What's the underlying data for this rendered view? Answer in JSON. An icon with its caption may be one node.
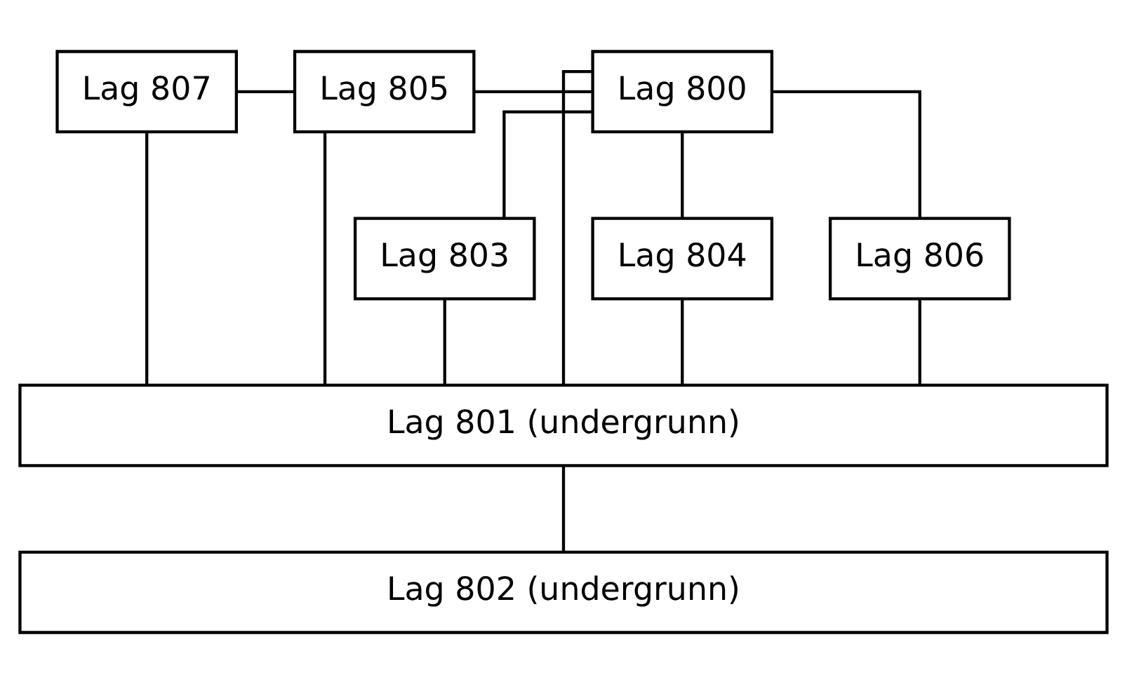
{
  "diagram": {
    "nodes": [
      {
        "text": [
          "Lag 807"
        ]
      },
      {
        "text": [
          "Lag 805"
        ]
      },
      {
        "text": [
          "Lag 800"
        ]
      },
      {
        "text": [
          "Lag 803"
        ]
      },
      {
        "text": [
          "Lag 804"
        ]
      },
      {
        "text": [
          "Lag 806"
        ]
      },
      {
        "text": [
          "Lag 801 (undergrunn)"
        ]
      },
      {
        "text": [
          "Lag 802 (undergrunn)"
        ]
      }
    ],
    "edges": [
      {
        "from": 0,
        "to": 1,
        "arrow": "none"
      },
      {
        "from": 1,
        "to": 2,
        "arrow": "none"
      },
      {
        "from": 0,
        "to": 6,
        "arrow": "none"
      },
      {
        "from": 1,
        "to": 6,
        "arrow": "none"
      },
      {
        "from": 2,
        "to": 6,
        "arrow": "none"
      },
      {
        "from": 2,
        "to": 3,
        "arrow": "none"
      },
      {
        "from": 2,
        "to": 4,
        "arrow": "none"
      },
      {
        "from": 2,
        "to": 5,
        "arrow": "none"
      },
      {
        "from": 3,
        "to": 6,
        "arrow": "none"
      },
      {
        "from": 4,
        "to": 6,
        "arrow": "none"
      },
      {
        "from": 5,
        "to": 6,
        "arrow": "none"
      },
      {
        "from": 6,
        "to": 7,
        "arrow": "none"
      }
    ]
  }
}
